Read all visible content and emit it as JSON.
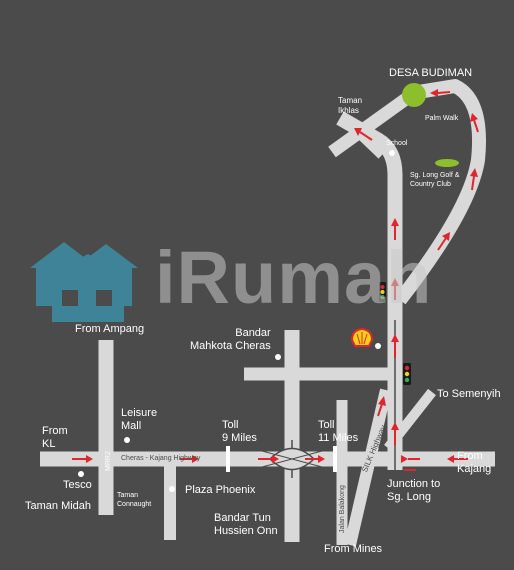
{
  "watermark": {
    "brand": "iRumah",
    "color": "#3d8aa0"
  },
  "colors": {
    "background": "#4b4b4b",
    "road": "#d9d9d9",
    "arrow": "#e0262c",
    "park": "#8dbf2d"
  },
  "labels": {
    "desa_budiman": "DESA BUDIMAN",
    "taman_ikhlas": "Taman\nIkhlas",
    "palm_walk": "Palm Walk",
    "school": "School",
    "golf_club": "Sg. Long Golf &\nCountry Club",
    "from_ampang": "From Ampang",
    "bandar_mahkota": "Bandar\nMahkota Cheras",
    "to_semenyih": "To Semenyih",
    "leisure_mall": "Leisure\nMall",
    "toll_9": "Toll\n9 Miles",
    "toll_11": "Toll\n11 Miles",
    "from_kl": "From\nKL",
    "mrr2": "MRR2",
    "cheras_highway": "Cheras - Kajang Highway",
    "silk_highway": "SILK Highway",
    "from_kajang": "From\nKajang",
    "tesco": "Tesco",
    "taman_midah": "Taman Midah",
    "taman_connaught": "Taman\nConnaught",
    "plaza_phoenix": "Plaza Phoenix",
    "jalan_balakong": "Jalan Balakong",
    "junction": "Junction to\nSg. Long",
    "bandar_tun": "Bandar Tun\nHussien Onn",
    "from_mines": "From Mines"
  },
  "icons": [
    "shell-logo-icon",
    "traffic-light-icon",
    "house-logo-icon",
    "location-dot-icon"
  ]
}
